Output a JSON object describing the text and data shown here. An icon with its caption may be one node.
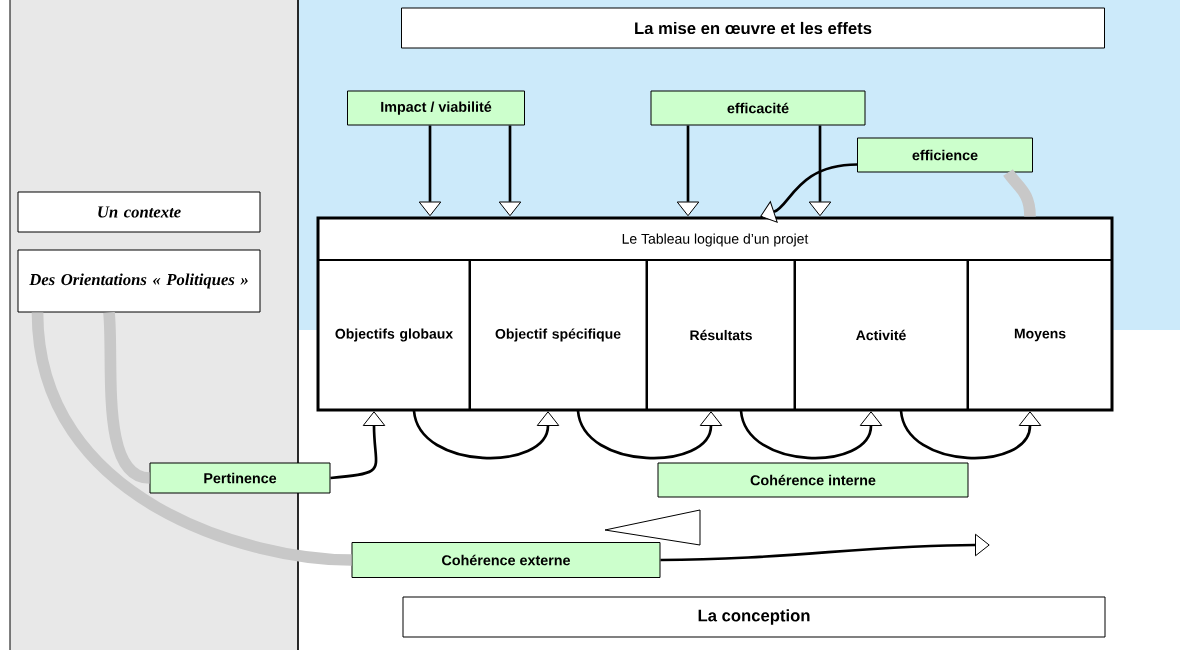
{
  "diagram": {
    "nodes": [
      {
        "text": [
          "La mise en œuvre et les effets"
        ]
      },
      {
        "text": [
          "Impact / viabilité"
        ]
      },
      {
        "text": [
          "efficacité"
        ]
      },
      {
        "text": [
          "efficience"
        ]
      },
      {
        "text": [
          "Un contexte"
        ]
      },
      {
        "text": [
          "Des Orientations « Politiques »"
        ]
      },
      {
        "text": [
          "Le Tableau logique d’un projet"
        ]
      },
      {
        "text": [
          "Objectifs globaux"
        ],
        "in": 6
      },
      {
        "text": [
          "Objectif spécifique"
        ],
        "in": 6
      },
      {
        "text": [
          "Résultats"
        ],
        "in": 6
      },
      {
        "text": [
          "Activité"
        ],
        "in": 6
      },
      {
        "text": [
          "Moyens"
        ],
        "in": 6
      },
      {
        "text": [
          "Pertinence"
        ]
      },
      {
        "text": [
          "Cohérence interne"
        ]
      },
      {
        "text": [
          "Cohérence externe"
        ]
      },
      {
        "text": [
          "La conception"
        ]
      }
    ],
    "edges": [
      {
        "from": 1,
        "to": 6,
        "arrow": "to"
      },
      {
        "from": 1,
        "to": 6,
        "arrow": "to"
      },
      {
        "from": 2,
        "to": 6,
        "arrow": "to"
      },
      {
        "from": 2,
        "to": 6,
        "arrow": "to"
      },
      {
        "from": 3,
        "to": 6,
        "arrow": "to"
      },
      {
        "from": 3,
        "to": 6,
        "arrow": "none",
        "style": "thick",
        "color": "#c8c8c8"
      },
      {
        "from": 5,
        "to": 12,
        "arrow": "none",
        "style": "thick",
        "color": "#c8c8c8"
      },
      {
        "from": 12,
        "to": 7,
        "arrow": "to"
      },
      {
        "from": 7,
        "to": 8,
        "arrow": "to"
      },
      {
        "from": 8,
        "to": 9,
        "arrow": "to"
      },
      {
        "from": 9,
        "to": 10,
        "arrow": "to"
      },
      {
        "from": 10,
        "to": 11,
        "arrow": "to"
      },
      {
        "from": 5,
        "to": 14,
        "arrow": "none",
        "style": "thick",
        "color": "#c8c8c8"
      },
      {
        "from": 14,
        "to": null,
        "arrow": "to"
      }
    ]
  }
}
